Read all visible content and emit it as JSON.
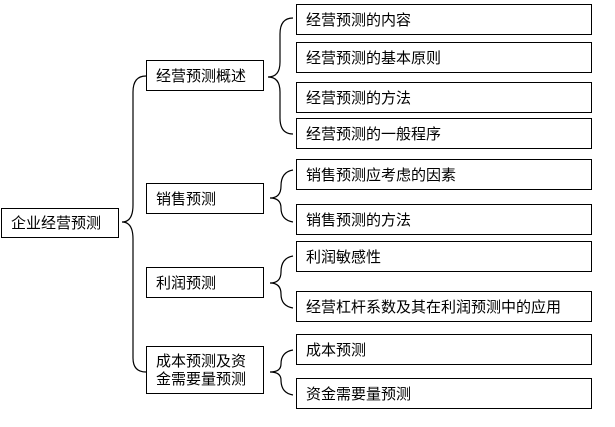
{
  "root": "企业经营预测",
  "categories": [
    {
      "label": "经营预测概述",
      "items": [
        "经营预测的内容",
        "经营预测的基本原则",
        "经营预测的方法",
        "经营预测的一般程序"
      ]
    },
    {
      "label": "销售预测",
      "items": [
        "销售预测应考虑的因素",
        "销售预测的方法"
      ]
    },
    {
      "label": "利润预测",
      "items": [
        "利润敏感性",
        "经营杠杆系数及其在利润预测中的应用"
      ]
    },
    {
      "label": "成本预测及资金需要量预测",
      "items": [
        "成本预测",
        "资金需要量预测"
      ]
    }
  ]
}
